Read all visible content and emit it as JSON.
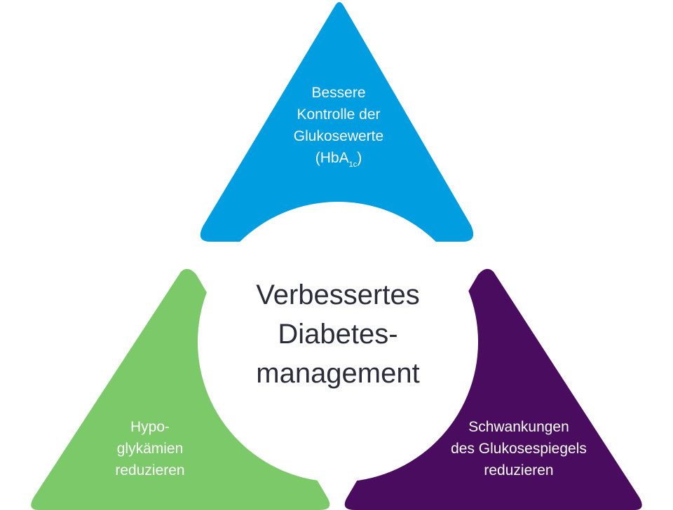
{
  "colors": {
    "top": "#009de0",
    "left": "#7cc96a",
    "right": "#4a0c5f",
    "center_text": "#2b2d3a",
    "label_text": "#ffffff"
  },
  "center": {
    "line1": "Verbessertes",
    "line2": "Diabetes-",
    "line3": "management"
  },
  "top_triangle": {
    "line1": "Bessere",
    "line2": "Kontrolle der",
    "line3": "Glukosewerte",
    "line4_prefix": "(HbA",
    "line4_sub": "1c",
    "line4_suffix": ")"
  },
  "left_triangle": {
    "line1": "Hypo-",
    "line2": "glykämien",
    "line3": "reduzieren"
  },
  "right_triangle": {
    "line1": "Schwankungen",
    "line2": "des Glukosespiegels",
    "line3": "reduzieren"
  }
}
